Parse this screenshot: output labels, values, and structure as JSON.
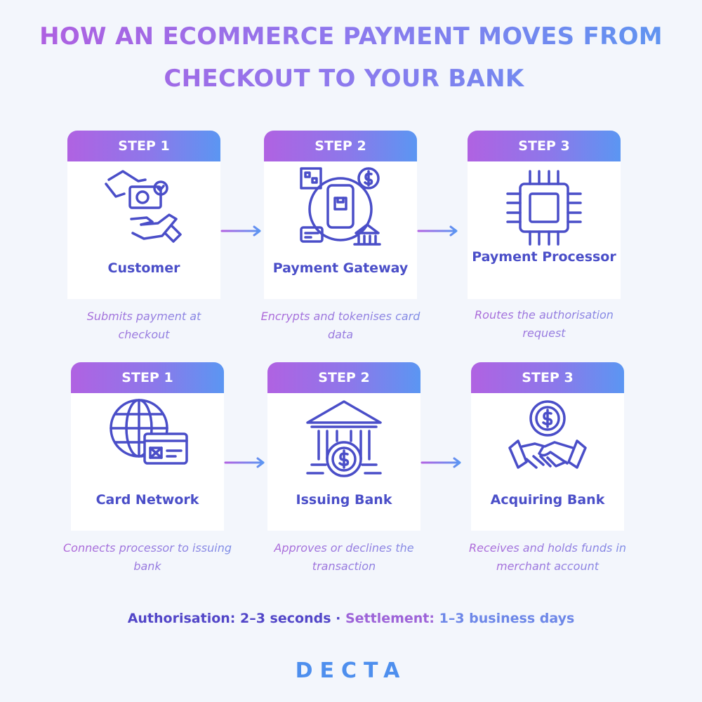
{
  "title": {
    "line1": "HOW AN ECOMMERCE PAYMENT MOVES FROM",
    "line2": "CHECKOUT TO YOUR BANK"
  },
  "steps": [
    {
      "step": "STEP 1",
      "label": "Customer",
      "description": "Submits payment at checkout",
      "icon": "hand-card-icon"
    },
    {
      "step": "STEP 2",
      "label": "Payment Gateway",
      "description": "Encrypts and tokenises card data",
      "icon": "phone-gateway-icon"
    },
    {
      "step": "STEP 3",
      "label": "Payment Processor",
      "description": "Routes the authorisation request",
      "icon": "chip-icon"
    },
    {
      "step": "STEP 1",
      "label": "Card Network",
      "description": "Connects processor to issuing bank",
      "icon": "globe-card-icon"
    },
    {
      "step": "STEP 2",
      "label": "Issuing Bank",
      "description": "Approves or declines the transaction",
      "icon": "bank-dollar-icon"
    },
    {
      "step": "STEP 3",
      "label": "Acquiring Bank",
      "description": "Receives and holds funds in merchant account",
      "icon": "handshake-dollar-icon"
    }
  ],
  "footer": {
    "part1": "Authorisation: 2–3 seconds · ",
    "part2": "Settlement: ",
    "part3": "1–3 business days"
  },
  "logo": "DECTA",
  "colors": {
    "gradient_start": "#b062e2",
    "gradient_end": "#5b96f2",
    "icon_stroke": "#4a4ec8",
    "background": "#f3f6fc"
  }
}
